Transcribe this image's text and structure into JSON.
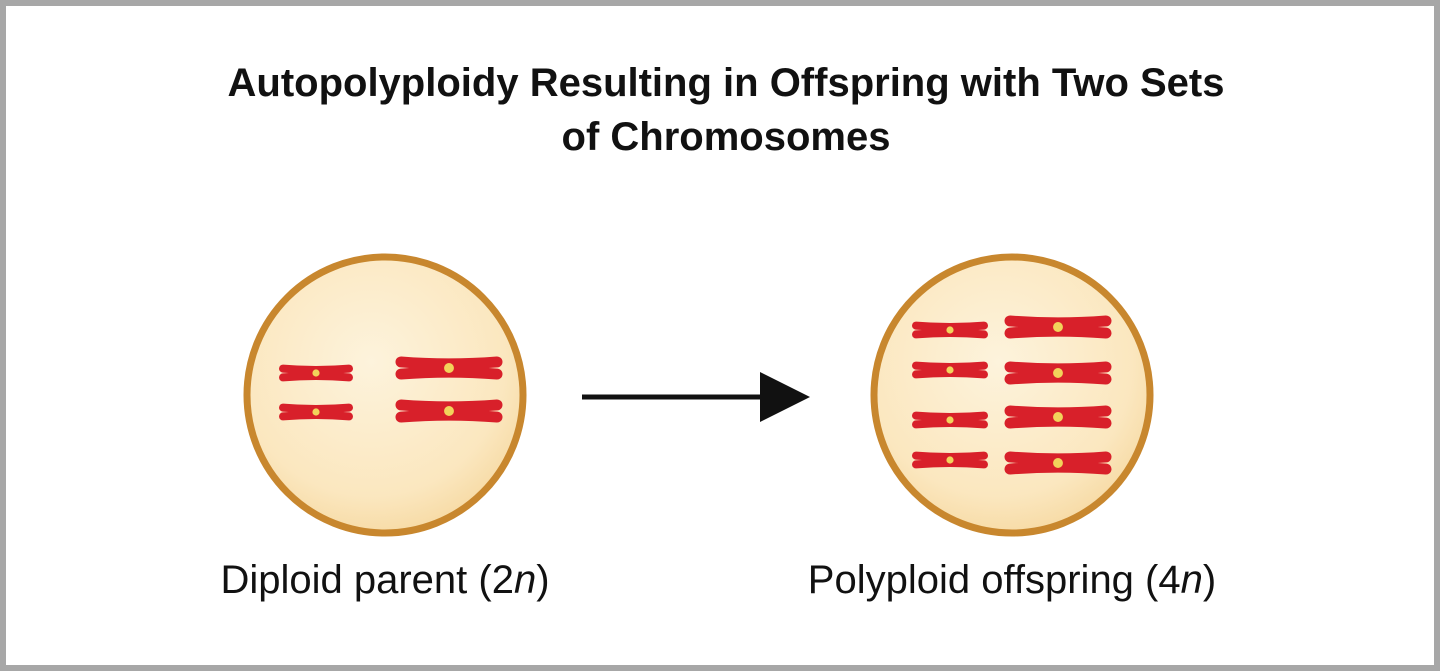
{
  "title": {
    "line1": "Autopolyploidy Resulting in Offspring with Two Sets",
    "line2": "of Chromosomes"
  },
  "parent": {
    "label": "Diploid parent (",
    "ploidy_number": "2",
    "ploidy_symbol": "n",
    "close": ")"
  },
  "offspring": {
    "label": "Polyploid offspring (",
    "ploidy_number": "4",
    "ploidy_symbol": "n",
    "close": ")"
  },
  "colors": {
    "cell_fill": "#fbe9c4",
    "cell_border": "#c8872e",
    "chromosome": "#d8202a",
    "centromere": "#f2d35b",
    "arrow": "#111111"
  }
}
